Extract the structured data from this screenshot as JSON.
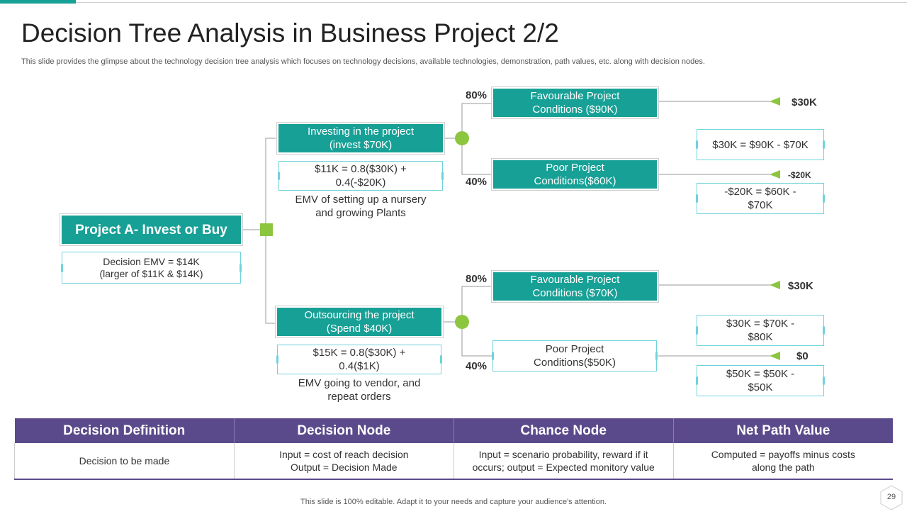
{
  "page": {
    "title": "Decision Tree Analysis in Business Project 2/2",
    "subtitle": "This slide provides the glimpse about the technology decision tree analysis which focuses on technology decisions, available technologies, demonstration, path values, etc. along with decision nodes.",
    "footer": "This slide is 100% editable. Adapt it to your needs and capture your audience's attention.",
    "page_number": "29"
  },
  "tree": {
    "root": {
      "label": "Project A- Invest or Buy",
      "emv_line1": "Decision EMV = $14K",
      "emv_line2": "(larger of $11K & $14K)"
    },
    "branch_invest": {
      "label_line1": "Investing  in the project",
      "label_line2": "(invest $70K)",
      "calc_line1": "$11K = 0.8($30K) +",
      "calc_line2": "0.4(-$20K)",
      "note_line1": "EMV of setting up a nursery",
      "note_line2": "and growing Plants",
      "outcome_fav": {
        "pct": "80%",
        "label_line1": "Favourable Project",
        "label_line2": "Conditions ($90K)",
        "value": "$30K",
        "calc_line1": "$30K = $90K - $70K"
      },
      "outcome_poor": {
        "pct": "40%",
        "label_line1": "Poor Project",
        "label_line2": "Conditions($60K)",
        "value": "-$20K",
        "calc_line1": "-$20K = $60K -",
        "calc_line2": "$70K"
      }
    },
    "branch_outsource": {
      "label_line1": "Outsourcing  the project",
      "label_line2": "(Spend $40K)",
      "calc_line1": "$15K = 0.8($30K) +",
      "calc_line2": "0.4($1K)",
      "note_line1": "EMV going to vendor,  and",
      "note_line2": "repeat orders",
      "outcome_fav": {
        "pct": "80%",
        "label_line1": "Favourable Project",
        "label_line2": "Conditions ($70K)",
        "value": "$30K",
        "calc_line1": "$30K = $70K -",
        "calc_line2": "$80K"
      },
      "outcome_poor": {
        "pct": "40%",
        "label_line1": "Poor Project",
        "label_line2": "Conditions($50K)",
        "value": "$0",
        "calc_line1": "$50K = $50K -",
        "calc_line2": "$50K"
      }
    }
  },
  "table": {
    "headers": [
      "Decision Definition",
      "Decision Node",
      "Chance Node",
      "Net Path Value"
    ],
    "row": [
      {
        "line1": "Decision to be made",
        "line2": ""
      },
      {
        "line1": "Input = cost of reach decision",
        "line2": "Output = Decision Made"
      },
      {
        "line1": "Input = scenario probability,  reward if it",
        "line2": "occurs; output = Expected monitory value"
      },
      {
        "line1": "Computed = payoffs minus costs",
        "line2": "along the path"
      }
    ]
  },
  "colors": {
    "teal": "#17a096",
    "purple": "#5b4a8b",
    "green_node": "#8cc63f",
    "outline": "#6fd3dc"
  }
}
